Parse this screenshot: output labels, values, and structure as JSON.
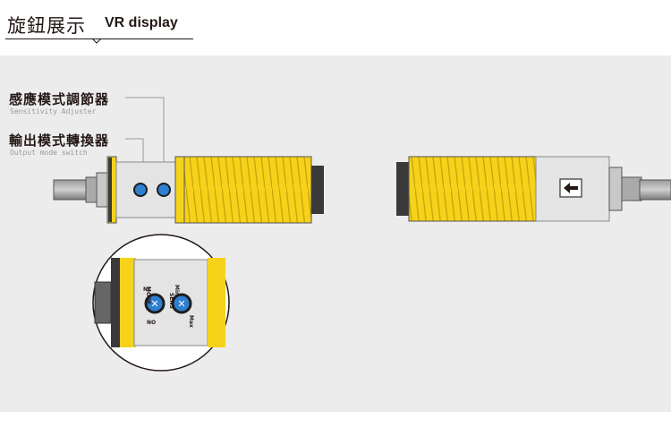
{
  "header": {
    "title_zh": "旋鈕展示",
    "title_en": "VR display"
  },
  "labels": [
    {
      "zh": "感應模式調節器",
      "en": "Sensitivity Adjuster"
    },
    {
      "zh": "輸出模式轉換器",
      "en": "Output mode switch"
    }
  ],
  "knob_text": {
    "nc": "NC",
    "mode": "MODE",
    "no": "NO",
    "min": "Min",
    "sens": "SENS",
    "max": "Max"
  },
  "colors": {
    "body_yellow": "#f6d21a",
    "panel_bg": "#ececec",
    "cap_gray": "#e4e4e4",
    "knob_blue": "#2f7fd1"
  }
}
